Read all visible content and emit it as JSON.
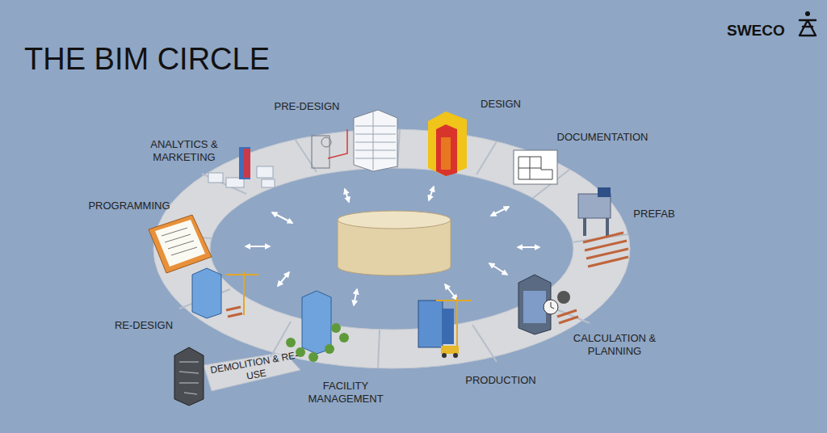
{
  "diagram": {
    "title": "THE BIM CIRCLE",
    "labels": [
      "SWECO",
      "PRE-DESIGN",
      "DESIGN",
      "DOCUMENTATION",
      "PREFAB",
      "CALCULATION & PLANNING",
      "PRODUCTION",
      "FACILITY MANAGEMENT",
      "DEMOLITION & RE-USE",
      "RE-DESIGN",
      "PROGRAMMING",
      "ANALYTICS & MARKETING"
    ]
  }
}
